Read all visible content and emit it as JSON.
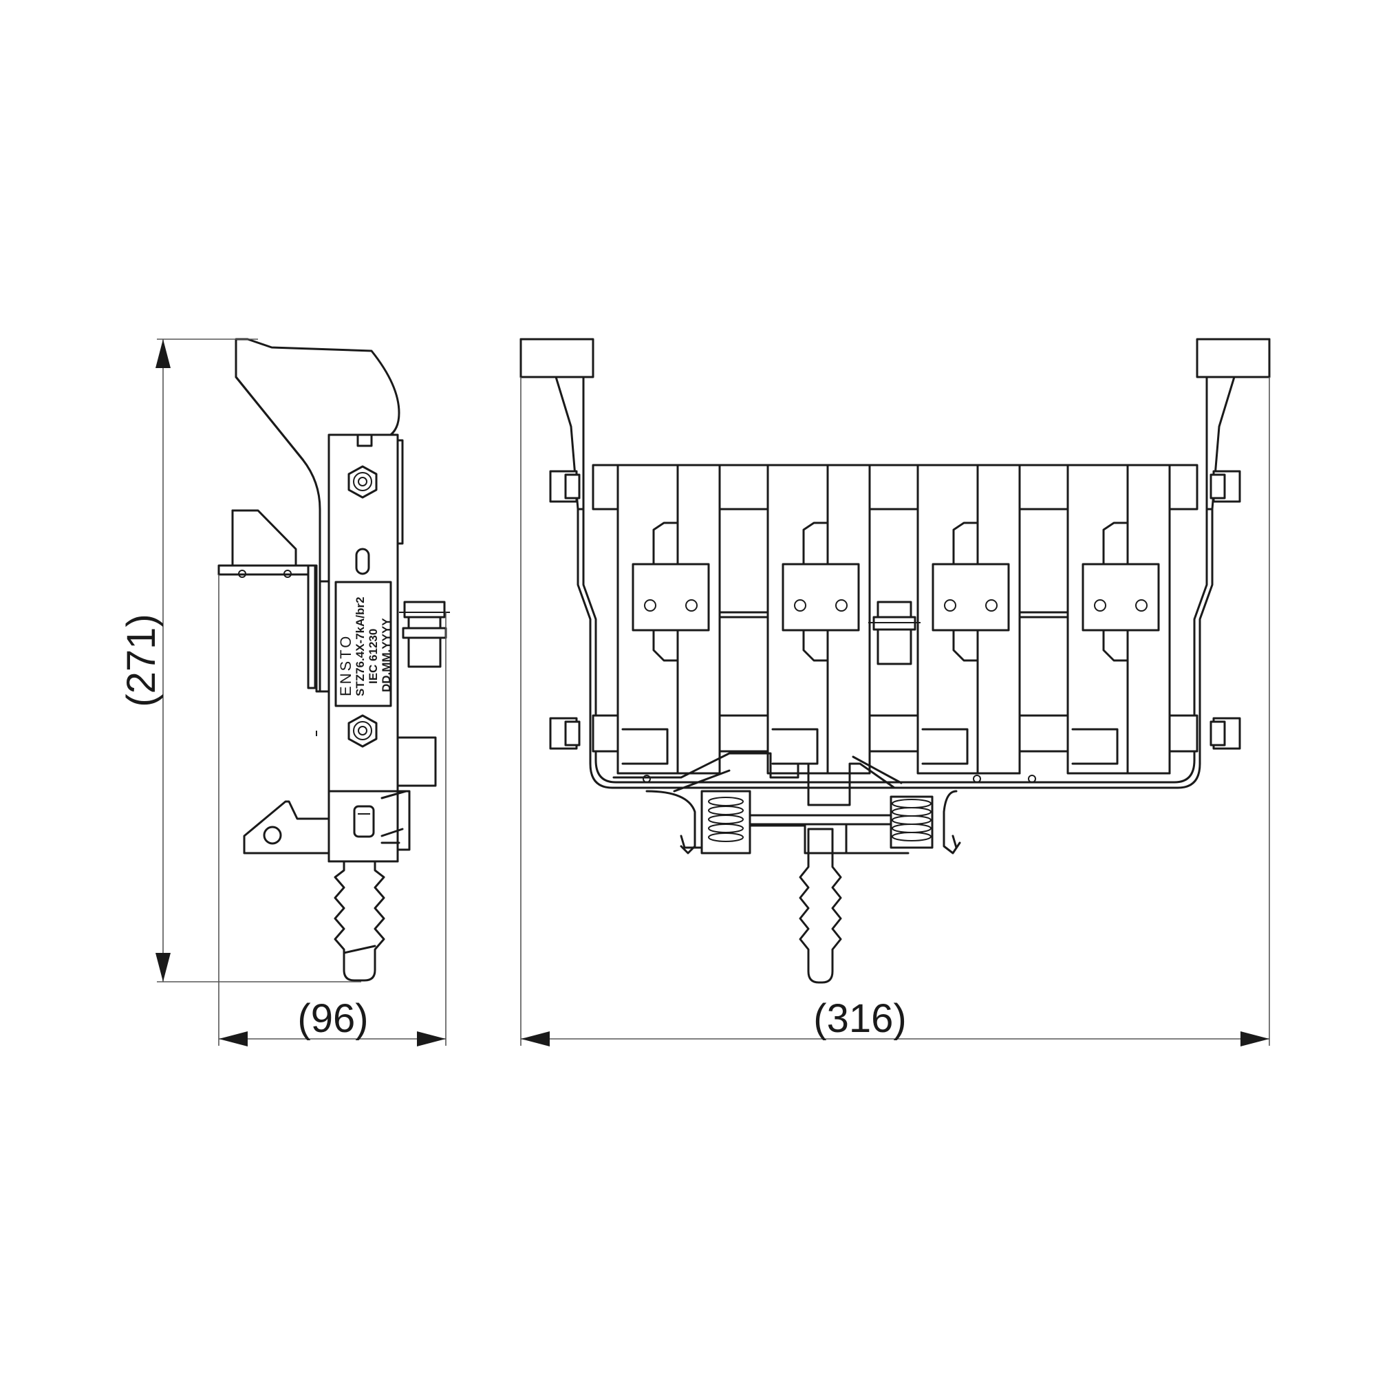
{
  "dimensions": {
    "height": "(271)",
    "depth": "(96)",
    "width": "(316)"
  },
  "nameplate": {
    "brand": "ENSTO",
    "model": "STZ76.4X-7kA/br2",
    "standard": "IEC 61230",
    "date_code": "DD.MM.YYYY"
  },
  "colors": {
    "line": "#1a1a1a",
    "background": "#ffffff"
  }
}
